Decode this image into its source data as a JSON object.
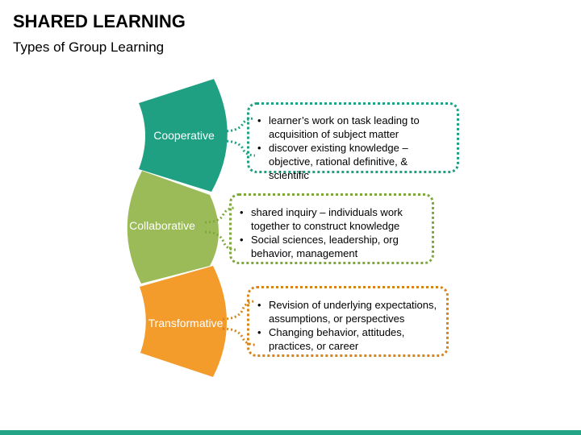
{
  "header": {
    "title": "SHARED LEARNING",
    "subtitle": "Types of Group Learning"
  },
  "colors": {
    "cooperative": "#20a083",
    "collaborative": "#9bbb59",
    "transformative": "#f39c2c",
    "bottom_bar": "#23a486"
  },
  "segments": [
    {
      "label": "Cooperative",
      "bullets": [
        "learner’s work on task leading to acquisition of subject matter",
        "discover existing knowledge – objective, rational definitive, & scientific"
      ]
    },
    {
      "label": "Collaborative",
      "bullets": [
        "shared inquiry – individuals work together to construct knowledge",
        "Social sciences, leadership, org behavior, management"
      ]
    },
    {
      "label": "Transformative",
      "bullets": [
        "Revision of underlying expectations, assumptions, or perspectives",
        "Changing behavior, attitudes, practices, or career"
      ]
    }
  ]
}
